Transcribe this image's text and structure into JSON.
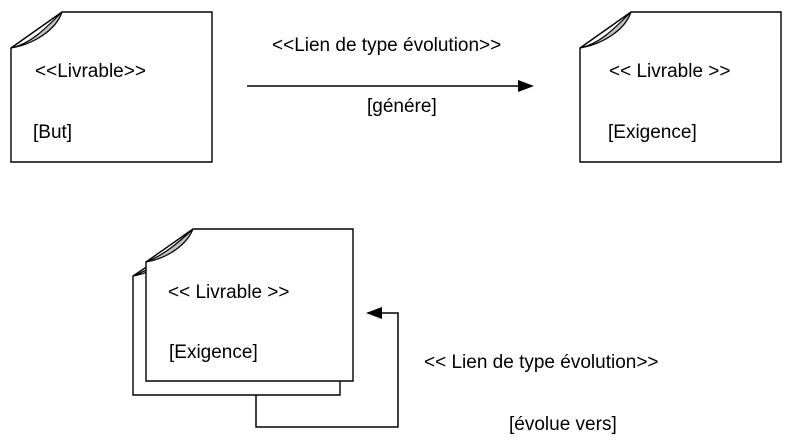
{
  "diagram": {
    "top_left": {
      "stereotype": "<<Livrable>>",
      "name": "[But]"
    },
    "top_right": {
      "stereotype": "<< Livrable >>",
      "name": "[Exigence]"
    },
    "top_link": {
      "label": "<<Lien de type évolution>>",
      "action": "[génére]"
    },
    "bottom": {
      "stereotype": "<< Livrable >>",
      "name": "[Exigence]"
    },
    "self_link": {
      "label": "<< Lien de type évolution>>",
      "action": "[évolue vers]"
    }
  },
  "colors": {
    "stroke": "#000000",
    "fold": "#bfbfbf",
    "background": "#ffffff"
  }
}
